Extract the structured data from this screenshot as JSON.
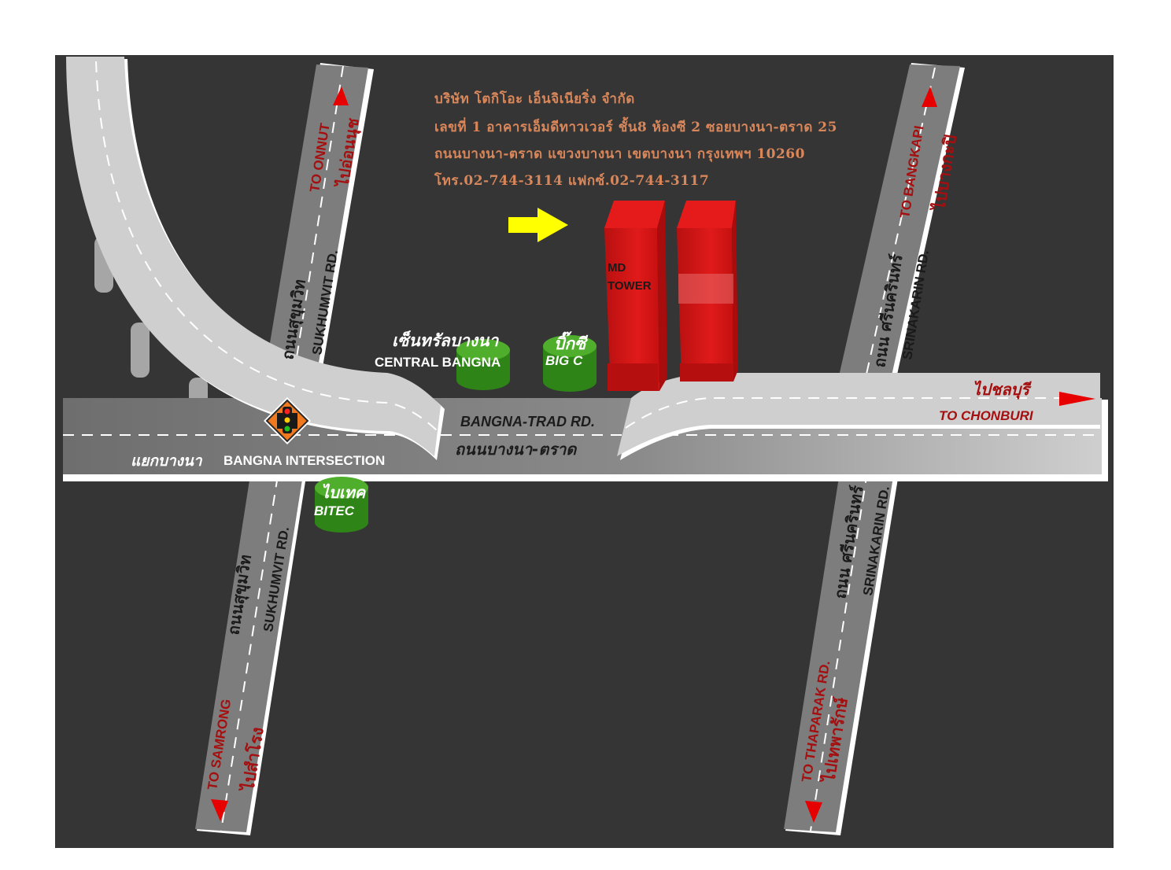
{
  "company": {
    "name": "บริษัท โตกิโอะ เอ็นจิเนียริ่ง จำกัด",
    "address_line1": "เลขที่ 1 อาคารเอ็มดีทาวเวอร์ ชั้น8 ห้องซี 2 ซอยบางนา-ตราด 25",
    "address_line2": "ถนนบางนา-ตราด  แขวงบางนา เขตบางนา กรุงเทพฯ 10260",
    "phone_fax": "โทร.02-744-3114 แฟกซ์.02-744-3117"
  },
  "landmarks": {
    "md_tower_line1": "MD",
    "md_tower_line2": "TOWER",
    "central_th": "เซ็นทรัลบางนา",
    "central_en": "CENTRAL BANGNA",
    "bigc_th": "บิ๊กซี",
    "bigc_en": "BIG C",
    "bitec_th": "ไบเทค",
    "bitec_en": "BITEC"
  },
  "roads": {
    "bangna_trad_en": "BANGNA-TRAD RD.",
    "bangna_trad_th": "ถนนบางนา-ตราด",
    "intersection_th": "แยกบางนา",
    "intersection_en": "BANGNA INTERSECTION",
    "sukhumvit_th": "ถนนสุขุมวิท",
    "sukhumvit_en": "SUKHUMVIT RD.",
    "srinakarin_th": "ถนน ศรีนครินทร์",
    "srinakarin_en": "SRINAKARIN RD.",
    "thaparak_en": "TO THAPARAK RD.",
    "thaparak_th": "ไปเทพารักษ์"
  },
  "directions": {
    "onnut_en": "TO ONNUT",
    "onnut_th": "ไปอ่อนนุช",
    "bangkapi_en": "TO BANGKAPI",
    "bangkapi_th": "ไปบางกะปิ",
    "chonburi_th": "ไปชลบุรี",
    "chonburi_en": "TO CHONBURI",
    "samrong_en": "TO SAMRONG",
    "samrong_th": "ไปสำโรง"
  },
  "colors": {
    "background": "#353535",
    "road": "#cfcfcf",
    "road_dark": "#7d7d7d",
    "tower": "#d11010",
    "landmark": "#3c9a1e",
    "arrow": "#e60000",
    "direction_text": "#a50f0f",
    "company_text": "#d9875a",
    "pointer": "#ffff00"
  },
  "icons": [
    "traffic-light-icon",
    "pointer-arrow-icon",
    "direction-arrow-icon"
  ]
}
